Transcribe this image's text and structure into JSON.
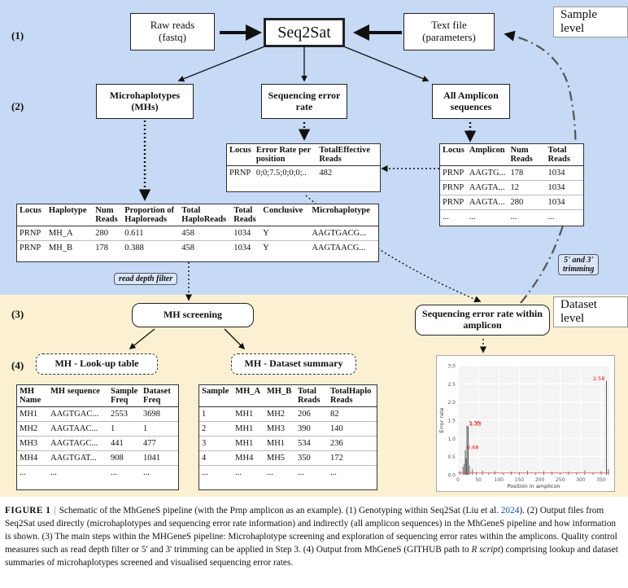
{
  "levels": {
    "sample": "Sample level",
    "dataset": "Dataset level"
  },
  "steps": [
    "(1)",
    "(2)",
    "(3)",
    "(4)"
  ],
  "boxes": {
    "raw_reads": "Raw reads\n(fastq)",
    "seq2sat": "Seq2Sat",
    "text_file": "Text file\n(parameters)",
    "mh": "Microhaplotypes\n(MHs)",
    "seq_error_rate": "Sequencing error\nrate",
    "all_amplicon": "All Amplicon\nsequences",
    "mh_screening": "MH screening",
    "seq_error_within": "Sequencing error rate within\namplicon",
    "mh_lookup": "MH - Look-up table",
    "mh_dataset": "MH - Dataset summary"
  },
  "labels": {
    "read_depth_filter": "read depth filter",
    "trimming": "5' and 3'\ntrimming"
  },
  "tables": {
    "error_rate": {
      "headers": [
        "Locus",
        "Error Rate per position",
        "TotalEffective Reads"
      ],
      "rows": [
        [
          "PRNP",
          "0;0;7.5;0;0;0;..",
          "482"
        ]
      ]
    },
    "amplicon": {
      "headers": [
        "Locus",
        "Amplicon",
        "Num Reads",
        "Total Reads"
      ],
      "rows": [
        [
          "PRNP",
          "AAGTG...",
          "178",
          "1034"
        ],
        [
          "PRNP",
          "AAGTA...",
          "12",
          "1034"
        ],
        [
          "PRNP",
          "AAGTA...",
          "280",
          "1034"
        ],
        [
          "...",
          "...",
          "...",
          "..."
        ]
      ]
    },
    "microhaplotype": {
      "headers": [
        "Locus",
        "Haplotype",
        "Num Reads",
        "Proportion of Haploreads",
        "Total HaploReads",
        "Total Reads",
        "Conclusive",
        "Microhaplotype"
      ],
      "rows": [
        [
          "PRNP",
          "MH_A",
          "280",
          "0.611",
          "458",
          "1034",
          "Y",
          "AAGTGACG..."
        ],
        [
          "PRNP",
          "MH_B",
          "178",
          "0.388",
          "458",
          "1034",
          "Y",
          "AAGTAACG..."
        ]
      ]
    },
    "lookup": {
      "headers": [
        "MH Name",
        "MH sequence",
        "Sample Freq",
        "Dataset Freq"
      ],
      "rows": [
        [
          "MH1",
          "AAGTGAC...",
          "2553",
          "3698"
        ],
        [
          "MH2",
          "AAGTAAC...",
          "1",
          "1"
        ],
        [
          "MH3",
          "AAGTAGC...",
          "441",
          "477"
        ],
        [
          "MH4",
          "AAGTGAT...",
          "908",
          "1041"
        ],
        [
          "...",
          "...",
          "...",
          "..."
        ]
      ]
    },
    "dataset": {
      "headers": [
        "Sample",
        "MH_A",
        "MH_B",
        "Total Reads",
        "TotalHaplo Reads"
      ],
      "rows": [
        [
          "1",
          "MH1",
          "MH2",
          "206",
          "82"
        ],
        [
          "2",
          "MH1",
          "MH3",
          "390",
          "140"
        ],
        [
          "3",
          "MH1",
          "MH1",
          "534",
          "236"
        ],
        [
          "4",
          "MH4",
          "MH5",
          "350",
          "172"
        ],
        [
          "...",
          "...",
          "...",
          "...",
          "..."
        ]
      ]
    }
  },
  "chart_data": {
    "type": "bar",
    "xlabel": "Position in amplicon",
    "ylabel": "Error rate",
    "xlim": [
      0,
      370
    ],
    "ylim": [
      0,
      3.0
    ],
    "x_ticks": [
      0,
      50,
      100,
      150,
      200,
      250,
      300,
      350
    ],
    "y_ticks": [
      "0.0",
      "0.5",
      "1.0",
      "1.5",
      "2.0",
      "2.5",
      "3.0"
    ],
    "threshold": 0.05,
    "threshold_color": "#e34b4b",
    "bar_color": "#555555",
    "label_color": "#e01b1b",
    "annotated": [
      {
        "x": 22,
        "y": 1.35,
        "label": "1.35"
      },
      {
        "x": 25,
        "y": 1.33,
        "label": "1.33"
      },
      {
        "x": 18,
        "y": 0.68,
        "label": "0.68"
      },
      {
        "x": 363,
        "y": 2.58,
        "label": "2.58"
      }
    ],
    "noise": [
      {
        "x": 5,
        "y": 0.1
      },
      {
        "x": 12,
        "y": 0.22
      },
      {
        "x": 15,
        "y": 0.3
      },
      {
        "x": 20,
        "y": 0.45
      },
      {
        "x": 28,
        "y": 0.25
      },
      {
        "x": 35,
        "y": 0.15
      },
      {
        "x": 45,
        "y": 0.08
      },
      {
        "x": 60,
        "y": 0.12
      },
      {
        "x": 75,
        "y": 0.06
      },
      {
        "x": 90,
        "y": 0.1
      },
      {
        "x": 110,
        "y": 0.05
      },
      {
        "x": 130,
        "y": 0.09
      },
      {
        "x": 150,
        "y": 0.07
      },
      {
        "x": 170,
        "y": 0.11
      },
      {
        "x": 190,
        "y": 0.06
      },
      {
        "x": 210,
        "y": 0.1
      },
      {
        "x": 230,
        "y": 0.08
      },
      {
        "x": 250,
        "y": 0.05
      },
      {
        "x": 270,
        "y": 0.09
      },
      {
        "x": 290,
        "y": 0.07
      },
      {
        "x": 310,
        "y": 0.12
      },
      {
        "x": 330,
        "y": 0.06
      },
      {
        "x": 350,
        "y": 0.1
      },
      {
        "x": 368,
        "y": 0.15
      }
    ]
  },
  "caption": {
    "lead": "FIGURE 1",
    "sep": "|",
    "text_1": "Schematic of the MhGeneS pipeline (with the Prnp amplicon as an example). (1) Genotyping within Seq2Sat (Liu et al. ",
    "cite_year": "2024",
    "text_2": "). (2) Output files from Seq2Sat used directly (microhaplotypes and sequencing error rate information) and indirectly (all amplicon sequences) in the MhGeneS pipeline and how information is shown. (3) The main steps within the MHGeneS pipeline: Microhaplotype screening and exploration of sequencing error rates within the amplicons. Quality control measures such as read depth filter or 5' and 3' trimming can be applied in Step 3. (4) Output from MhGeneS (GITHUB path to ",
    "r_script": "R script",
    "text_3": ") comprising lookup and dataset summaries of microhaplotypes screened and visualised sequencing error rates."
  }
}
